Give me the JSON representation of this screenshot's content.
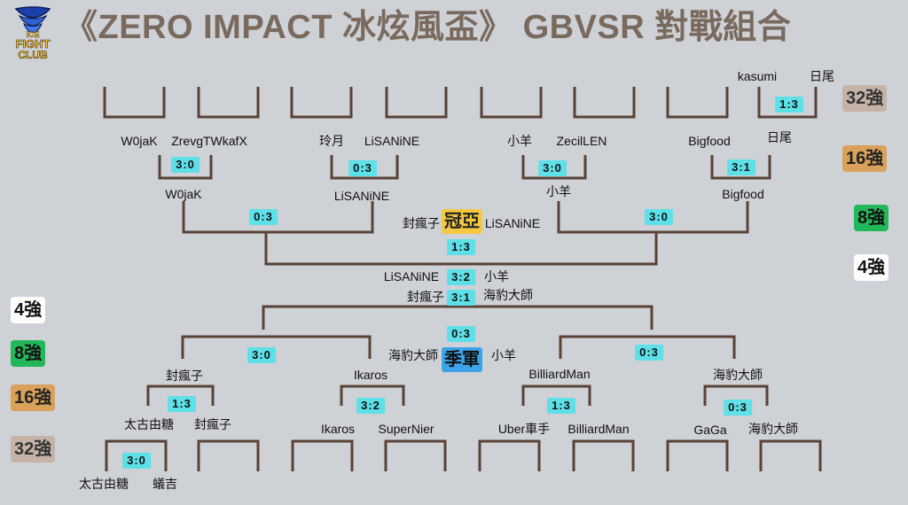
{
  "header": {
    "title": "《ZERO IMPACT 冰炫風盃》 GBVSR 對戰組合",
    "logo_text_top": "ICE",
    "logo_text_mid": "FIGHT",
    "logo_text_bot": "CLUB"
  },
  "legend_right": {
    "r32": "32強",
    "r16": "16強",
    "r8": "8強",
    "r4": "4強"
  },
  "legend_left": {
    "r4": "4強",
    "r8": "8強",
    "r16": "16強",
    "r32": "32強"
  },
  "upper": {
    "r32_names": {
      "kasumi": "kasumi",
      "hibio": "日尾"
    },
    "r32_score": "1:3",
    "r16_names": [
      "W0jaK",
      "ZrevgTWkafX",
      "玲月",
      "LiSANiNE",
      "小羊",
      "ZecilLEN",
      "Bigfood",
      "日尾"
    ],
    "r16_scores": [
      "3:0",
      "0:3",
      "3:0",
      "3:1"
    ],
    "r8_names": [
      "W0jaK",
      "LiSANiNE",
      "小羊",
      "Bigfood"
    ],
    "r8_scores": [
      "0:3",
      "3:0"
    ],
    "final": {
      "left": "封瘋子",
      "label": "冠亞",
      "right": "LiSANiNE",
      "score": "1:3"
    },
    "semi1": {
      "left": "LiSANiNE",
      "score": "3:2",
      "right": "小羊"
    },
    "semi2": {
      "left": "封瘋子",
      "score": "3:1",
      "right": "海豹大師"
    }
  },
  "lower": {
    "third": {
      "left": "海豹大師",
      "label": "季軍",
      "right": "小羊",
      "score": "0:3"
    },
    "r8_scores": [
      "3:0",
      "0:3"
    ],
    "r8_names": [
      "封瘋子",
      "Ikaros",
      "BilliardMan",
      "海豹大師"
    ],
    "r16_scores": [
      "1:3",
      "3:2",
      "1:3",
      "0:3"
    ],
    "r16_names": [
      "太古由糖",
      "封瘋子",
      "Ikaros",
      "SuperNier",
      "Uber車手",
      "BilliardMan",
      "GaGa",
      "海豹大師"
    ],
    "r32_score": "3:0",
    "r32_names": [
      "太古由糖",
      "蟻吉"
    ]
  },
  "colors": {
    "bracket": "#5a4236",
    "score_bg": "#5ee0e8",
    "title": "#7a6a5e"
  }
}
